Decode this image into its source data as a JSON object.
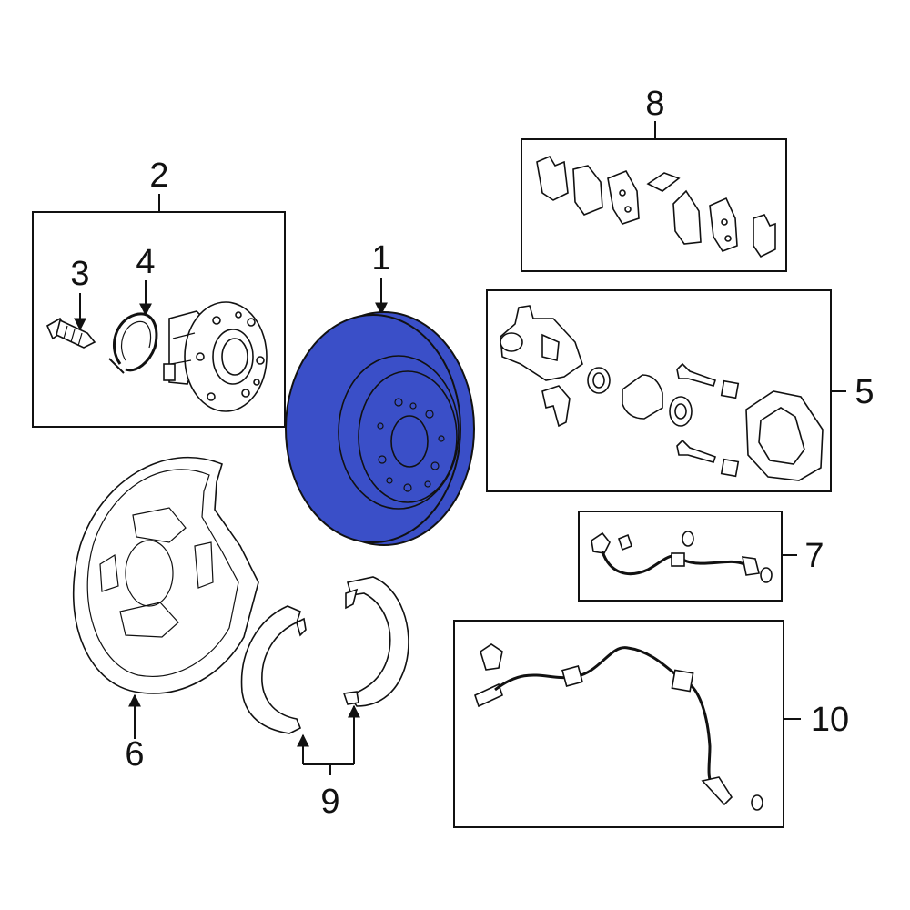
{
  "callouts": {
    "c1": "1",
    "c2": "2",
    "c3": "3",
    "c4": "4",
    "c5": "5",
    "c6": "6",
    "c7": "7",
    "c8": "8",
    "c9": "9",
    "c10": "10"
  },
  "highlight_color": "#3a4fc8",
  "parts": {
    "p1": "rotor-icon",
    "p2": "hub-bearing-icon",
    "p3": "bolt-icon",
    "p4": "snap-ring-icon",
    "p5": "caliper-icon",
    "p6": "backing-plate-icon",
    "p7": "sensor-harness-icon",
    "p8": "brake-pads-icon",
    "p9": "parking-shoes-icon",
    "p10": "abs-sensor-icon"
  }
}
